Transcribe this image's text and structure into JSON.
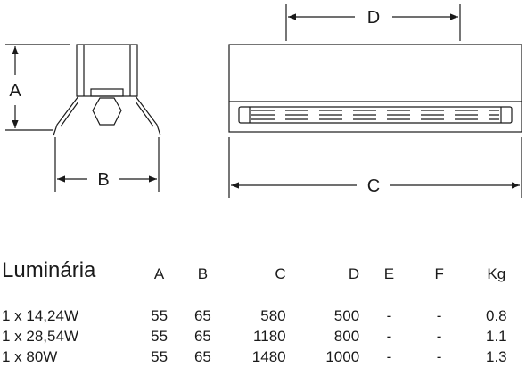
{
  "dimension_labels": {
    "a": "A",
    "b": "B",
    "c": "C",
    "d": "D"
  },
  "table": {
    "headers": [
      "Luminária",
      "A",
      "B",
      "C",
      "D",
      "E",
      "F",
      "Kg"
    ],
    "rows": [
      [
        "1 x 14,24W",
        "55",
        "65",
        "580",
        "500",
        "-",
        "-",
        "0.8"
      ],
      [
        "1 x 28,54W",
        "55",
        "65",
        "1180",
        "800",
        "-",
        "-",
        "1.1"
      ],
      [
        "1 x 80W",
        "55",
        "65",
        "1480",
        "1000",
        "-",
        "-",
        "1.3"
      ]
    ]
  }
}
